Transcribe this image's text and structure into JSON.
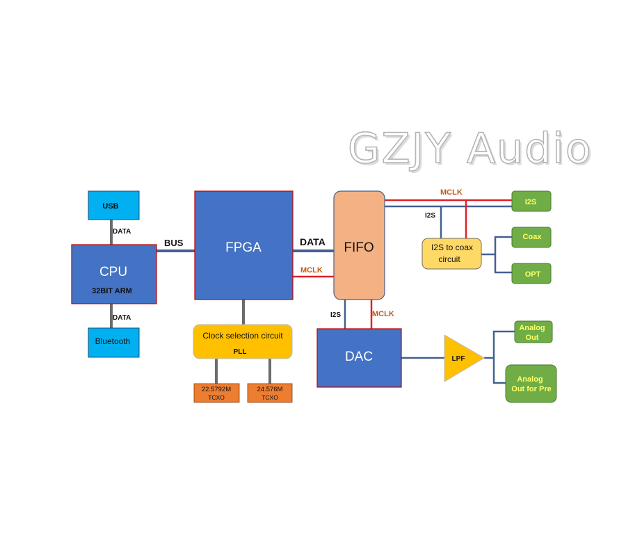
{
  "watermark": "GZJY Audio",
  "blocks": {
    "usb": "USB",
    "cpu": "CPU",
    "cpu_sub": "32BIT ARM",
    "bluetooth": "Bluetooth",
    "fpga": "FPGA",
    "fifo": "FIFO",
    "clock_line1": "Clock  selection circuit",
    "clock_line2": "PLL",
    "tcxo1_line1": "22.5792M",
    "tcxo1_line2": "TCXO",
    "tcxo2_line1": "24.576M",
    "tcxo2_line2": "TCXO",
    "dac": "DAC",
    "i2s_coax_line1": "I2S to coax",
    "i2s_coax_line2": "circuit",
    "lpf": "LPF",
    "out_i2s": "I2S",
    "out_coax": "Coax",
    "out_opt": "OPT",
    "out_analog_line1": "Analog",
    "out_analog_line2": "Out",
    "out_pre_line1": "Analog",
    "out_pre_line2": "Out for Pre"
  },
  "labels": {
    "usb_data": "DATA",
    "bt_data": "DATA",
    "bus": "BUS",
    "fpga_data": "DATA",
    "fpga_mclk": "MCLK",
    "top_mclk": "MCLK",
    "top_i2s": "I2S",
    "fifo_i2s": "I2S",
    "fifo_mclk": "MCLK"
  },
  "colors": {
    "blue_block": "#4472c4",
    "cyan_block": "#00b0f0",
    "fifo": "#f4b183",
    "clock": "#ffc000",
    "tcxo": "#ed7d31",
    "light_yellow": "#ffd966",
    "lpf": "#ffc000",
    "green_out": "#70ad47",
    "red_line": "#e0202a",
    "blue_line": "#44608f",
    "gray_line": "#6b6b6b"
  }
}
